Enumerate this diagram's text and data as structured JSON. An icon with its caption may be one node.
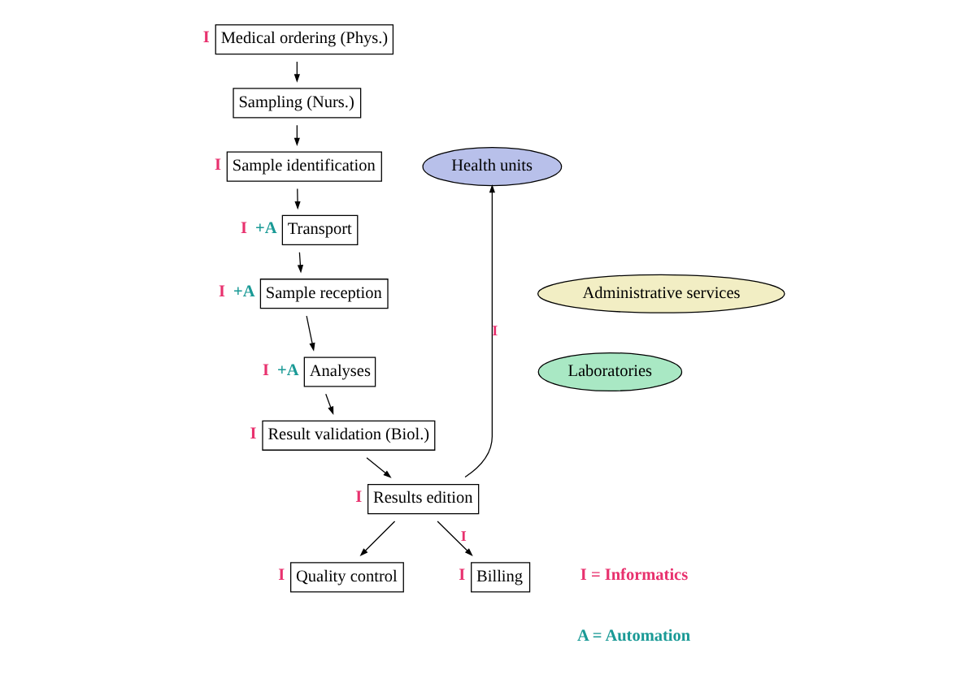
{
  "diagram": {
    "nodes": [
      {
        "text": [
          "Medical ordering (Phys.)"
        ],
        "beside": [
          "I"
        ]
      },
      {
        "text": [
          "Sampling (Nurs.)"
        ]
      },
      {
        "text": [
          "Sample identification"
        ],
        "beside": [
          "I"
        ]
      },
      {
        "text": [
          "Transport"
        ],
        "beside": [
          "I",
          "+A"
        ]
      },
      {
        "text": [
          "Sample reception"
        ],
        "beside": [
          "I",
          "+A"
        ]
      },
      {
        "text": [
          "Analyses"
        ],
        "beside": [
          "I",
          "+A"
        ]
      },
      {
        "text": [
          "Result validation (Biol.)"
        ],
        "beside": [
          "I"
        ]
      },
      {
        "text": [
          "Results edition"
        ],
        "beside": [
          "I"
        ]
      },
      {
        "text": [
          "Quality control"
        ],
        "beside": [
          "I"
        ]
      },
      {
        "text": [
          "Health units"
        ]
      },
      {
        "text": [
          "Administrative services"
        ]
      },
      {
        "text": [
          "Laboratories"
        ]
      },
      {
        "text": [
          "Billing"
        ],
        "beside": [
          "I"
        ]
      }
    ],
    "edges": [
      {
        "from": 0,
        "to": 1,
        "arrow": "to"
      },
      {
        "from": 1,
        "to": 2,
        "arrow": "to"
      },
      {
        "from": 2,
        "to": 3,
        "arrow": "to"
      },
      {
        "from": 3,
        "to": 4,
        "arrow": "to"
      },
      {
        "from": 4,
        "to": 5,
        "arrow": "to"
      },
      {
        "from": 5,
        "to": 6,
        "arrow": "to"
      },
      {
        "from": 6,
        "to": 7,
        "arrow": "to"
      },
      {
        "from": 7,
        "to": 8,
        "arrow": "to"
      },
      {
        "from": 7,
        "to": 9,
        "arrow": "to",
        "label": "I"
      },
      {
        "from": 7,
        "to": 12,
        "arrow": "to",
        "label": "I"
      }
    ],
    "labels": [
      "I = Informatics",
      "A = Automation"
    ]
  }
}
